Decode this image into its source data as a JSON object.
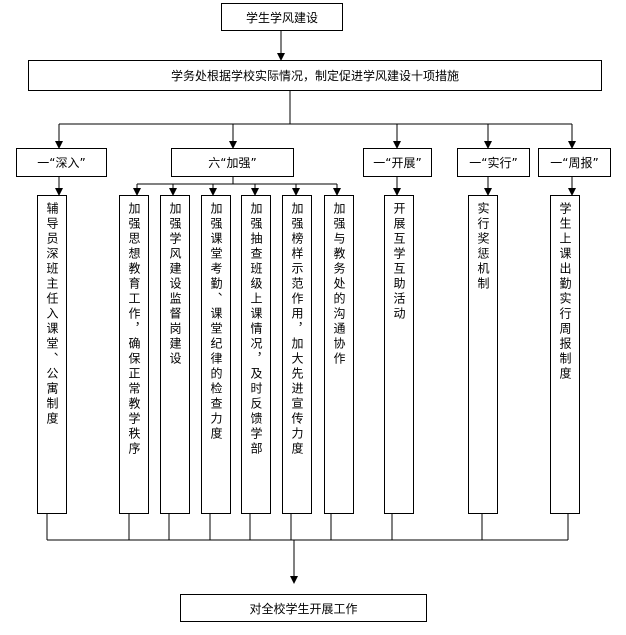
{
  "top": "学生学风建设",
  "action": "学务处根据学校实际情况，制定促进学风建设十项措施",
  "categories": [
    "一“深入”",
    "六“加强”",
    "一“开展”",
    "一“实行”",
    "一“周报”"
  ],
  "measures": [
    "辅导员深班主任入课堂、公寓制度",
    "加强思想教育工作，确保正常教学秩序",
    "加强学风建设监督岗建设",
    "加强课堂考勤、课堂纪律的检查力度",
    "加强抽查班级上课情况，及时反馈学部",
    "加强榜样示范作用，加大先进宣传力度",
    "加强与教务处的沟通协作",
    "开展互学互助活动",
    "实行奖惩机制",
    "学生上课出勤实行周报制度"
  ],
  "bottom": "对全校学生开展工作"
}
